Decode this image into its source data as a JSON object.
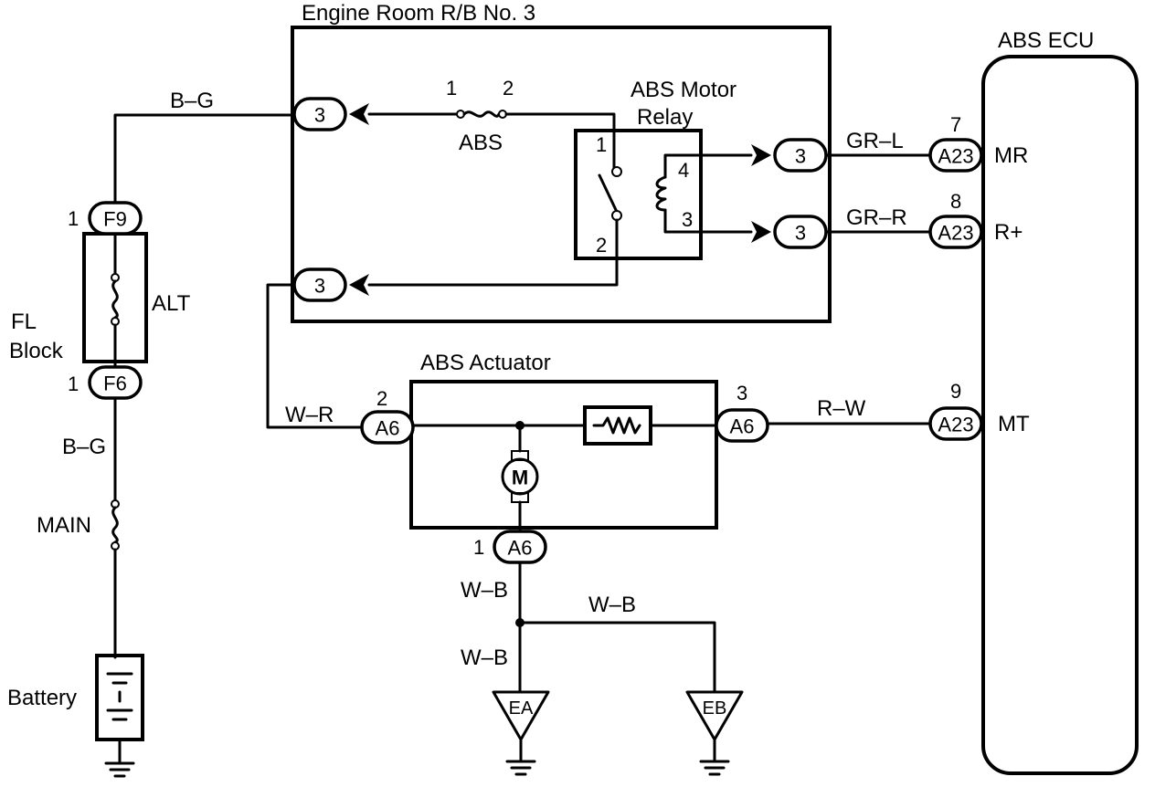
{
  "blocks": {
    "relay_box": "Engine Room R/B No. 3",
    "ecu": "ABS ECU",
    "actuator": "ABS Actuator",
    "motor_relay_line1": "ABS Motor",
    "motor_relay_line2": "Relay",
    "fl_block_line1": "FL",
    "fl_block_line2": "Block",
    "battery": "Battery"
  },
  "fuses": {
    "abs": "ABS",
    "abs_pin_left": "1",
    "abs_pin_right": "2",
    "alt": "ALT",
    "main": "MAIN"
  },
  "motor_symbol": "M",
  "relay_pins": {
    "p1": "1",
    "p2": "2",
    "p3": "3",
    "p4": "4"
  },
  "connectors": {
    "rb_left_top": "3",
    "rb_left_bottom": "3",
    "rb_right_top": "3",
    "rb_right_bottom": "3",
    "f9": "F9",
    "f9_pin": "1",
    "f6": "F6",
    "f6_pin": "1",
    "a6_left": "A6",
    "a6_left_pin": "2",
    "a6_right": "A6",
    "a6_right_pin": "3",
    "a6_bottom": "A6",
    "a6_bottom_pin": "1",
    "a23_mr": "A23",
    "a23_mr_pin": "7",
    "a23_rplus": "A23",
    "a23_rplus_pin": "8",
    "a23_mt": "A23",
    "a23_mt_pin": "9"
  },
  "ecu_terminals": {
    "mr": "MR",
    "rplus": "R+",
    "mt": "MT"
  },
  "wires": {
    "bg_top": "B–G",
    "bg_bottom": "B–G",
    "wr": "W–R",
    "grl": "GR–L",
    "grr": "GR–R",
    "rw": "R–W",
    "wb_upper": "W–B",
    "wb_branch": "W–B",
    "wb_lower": "W–B"
  },
  "grounds": {
    "ea": "EA",
    "eb": "EB"
  }
}
